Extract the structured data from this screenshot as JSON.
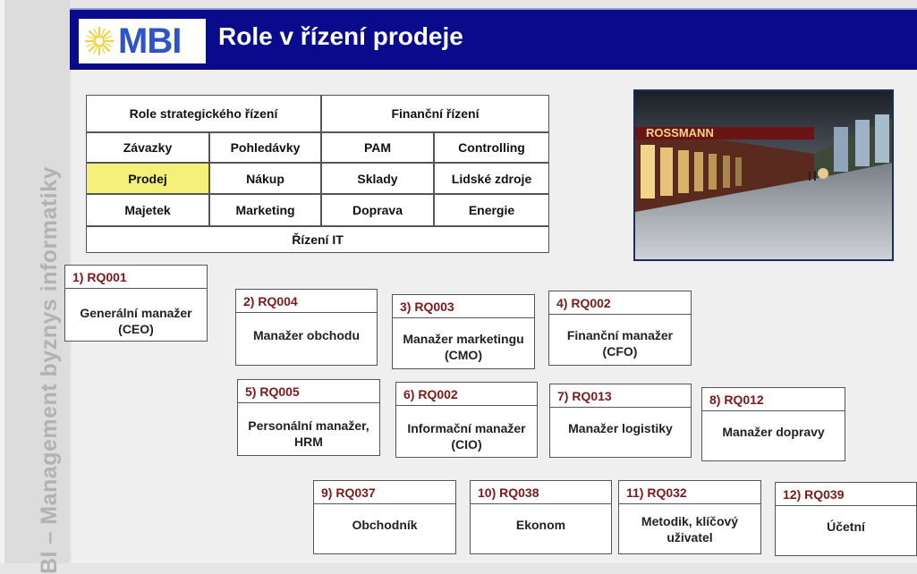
{
  "sidebar": {
    "text": "BI – Management byznys informatiky"
  },
  "header": {
    "logo_text": "MBI",
    "title": "Role v řízení prodeje"
  },
  "grid": {
    "header_left": "Role strategického řízení",
    "header_right": "Finanční řízení",
    "rows": [
      [
        "Závazky",
        "Pohledávky",
        "PAM",
        "Controlling"
      ],
      [
        "Prodej",
        "Nákup",
        "Sklady",
        "Lidské zdroje"
      ],
      [
        "Majetek",
        "Marketing",
        "Doprava",
        "Energie"
      ]
    ],
    "footer": "Řízení IT",
    "active": "Prodej"
  },
  "photo": {
    "sign": "ROSSMANN"
  },
  "roles": [
    {
      "code": "1) RQ001",
      "name": "Generální manažer (CEO)"
    },
    {
      "code": "2) RQ004",
      "name": "Manažer obchodu"
    },
    {
      "code": "3) RQ003",
      "name": "Manažer marketingu (CMO)"
    },
    {
      "code": "4) RQ002",
      "name": "Finanční manažer (CFO)"
    },
    {
      "code": "5) RQ005",
      "name": "Personální manažer, HRM"
    },
    {
      "code": "6) RQ002",
      "name": "Informační manažer (CIO)"
    },
    {
      "code": "7) RQ013",
      "name": "Manažer logistiky"
    },
    {
      "code": "8) RQ012",
      "name": "Manažer dopravy"
    },
    {
      "code": "9) RQ037",
      "name": "Obchodník"
    },
    {
      "code": "10) RQ038",
      "name": "Ekonom"
    },
    {
      "code": "11) RQ032",
      "name": "Metodik, klíčový uživatel"
    },
    {
      "code": "12) RQ039",
      "name": "Účetní"
    }
  ],
  "colors": {
    "header_bg": "#0a0a8c",
    "active_cell": "#f4f07a",
    "code_text": "#7a1a1a"
  }
}
